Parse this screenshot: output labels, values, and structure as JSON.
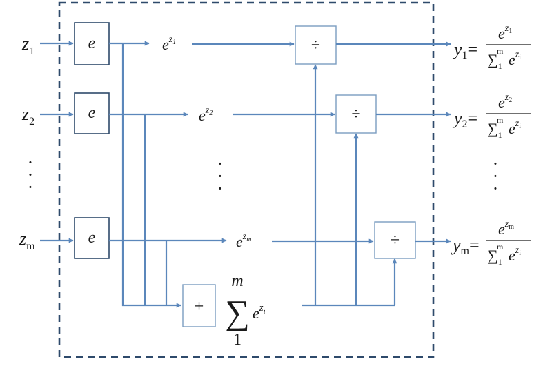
{
  "colors": {
    "wire": "#5b87bb",
    "frame": "#2e4a6b",
    "box_e": "#2e4a6b",
    "box_op": "#7a9cc0"
  },
  "inputs": {
    "z1": {
      "base": "z",
      "sub": "1"
    },
    "z2": {
      "base": "z",
      "sub": "2"
    },
    "zm": {
      "base": "z",
      "sub": "m"
    }
  },
  "exp_box_label": "e",
  "exp_outputs": {
    "e1": {
      "base": "e",
      "sup_base": "z",
      "sup_sub": "1"
    },
    "e2": {
      "base": "e",
      "sup_base": "z",
      "sup_sub": "2"
    },
    "em": {
      "base": "e",
      "sup_base": "z",
      "sup_sub": "m"
    }
  },
  "sum_box_label": "+",
  "divide_box_label": "÷",
  "sum": {
    "symbol": "∑",
    "upper": "m",
    "lower": "1",
    "base": "e",
    "sup_base": "z",
    "sup_sub": "i"
  },
  "outputs": {
    "y1": {
      "base": "y",
      "sub": "1"
    },
    "y2": {
      "base": "y",
      "sub": "2"
    },
    "ym": {
      "base": "y",
      "sub": "m"
    }
  },
  "equals": "=",
  "fraction": {
    "num_base": "e",
    "num_sup_base": "z",
    "den_symbol": "∑",
    "den_upper": "m",
    "den_lower": "1",
    "den_base": "e",
    "den_sup_base": "z",
    "den_sup_sub": "i"
  },
  "ellipsis_dot": "·"
}
